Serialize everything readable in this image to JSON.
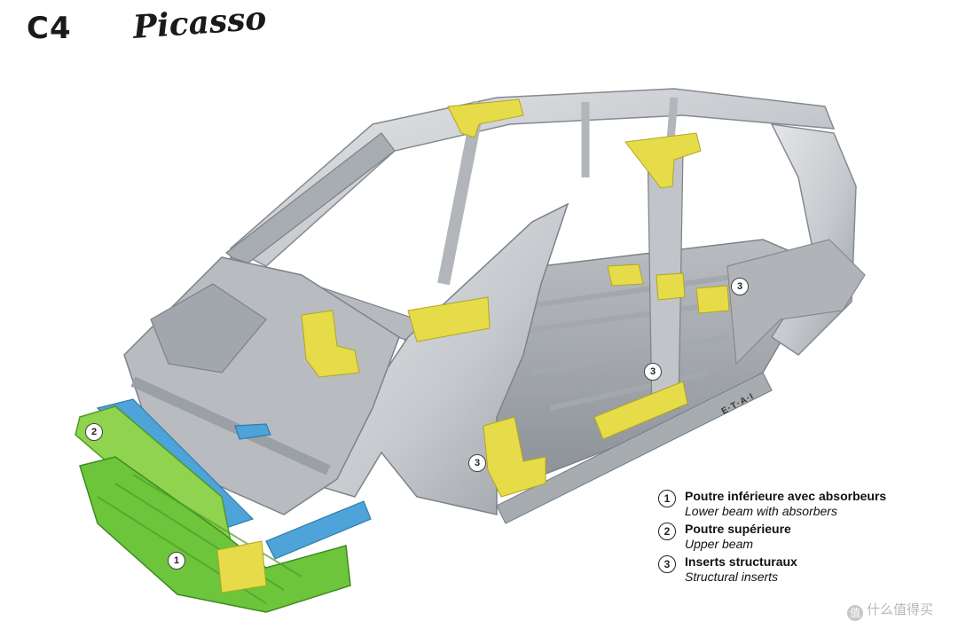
{
  "logo": {
    "model": "C4",
    "script": "Picasso"
  },
  "callouts": [
    {
      "num": "2"
    },
    {
      "num": "1"
    },
    {
      "num": "3"
    },
    {
      "num": "3"
    },
    {
      "num": "3"
    }
  ],
  "credit": "E·T·A·I",
  "legend": [
    {
      "num": "1",
      "fr": "Poutre inférieure avec absorbeurs",
      "en": "Lower beam with absorbers"
    },
    {
      "num": "2",
      "fr": "Poutre supérieure",
      "en": "Upper beam"
    },
    {
      "num": "3",
      "fr": "Inserts structuraux",
      "en": "Structural inserts"
    }
  ],
  "watermark": {
    "icon": "值",
    "text": "什么值得买"
  },
  "colors": {
    "body_shell": "#c9ccd0",
    "body_shadow": "#8f949a",
    "lower_beam": "#6cc53b",
    "upper_beam": "#8fd34f",
    "absorbers": "#4ea3d8",
    "inserts": "#e6dc4a"
  }
}
